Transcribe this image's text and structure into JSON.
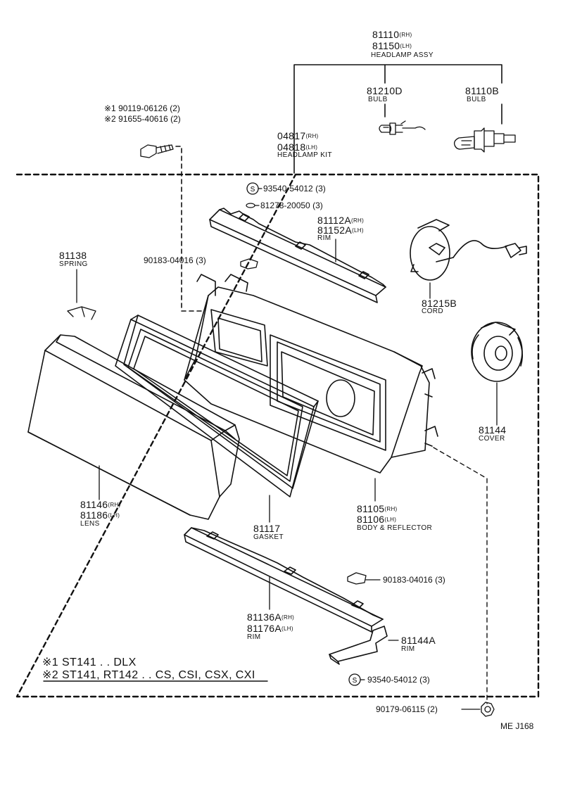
{
  "headlamp_assy": {
    "pn_rh": "81110",
    "pn_lh": "81150",
    "side_rh": "(RH)",
    "side_lh": "(LH)",
    "name": "HEADLAMP ASSY"
  },
  "bulb_small": {
    "pn": "81210D",
    "name": "BULB"
  },
  "bulb_large": {
    "pn": "81110B",
    "name": "BULB"
  },
  "screw_notes": {
    "l1": "※1 90119-06126 (2)",
    "l2": "※2 91655-40616 (2)"
  },
  "headlamp_kit": {
    "pn_rh": "04817",
    "pn_lh": "04818",
    "side_rh": "(RH)",
    "side_lh": "(LH)",
    "name": "HEADLAMP KIT"
  },
  "screw_top": {
    "symbol": "S",
    "text": "93540-54012 (3)"
  },
  "washer": {
    "text": "81278-20050 (3)"
  },
  "rim_upper": {
    "pn_rh": "81112A",
    "pn_lh": "81152A",
    "side_rh": "(RH)",
    "side_lh": "(LH)",
    "name": "RIM"
  },
  "spring": {
    "pn": "81138",
    "name": "SPRING"
  },
  "clip_upper": {
    "text": "90183-04016 (3)"
  },
  "cord": {
    "pn": "81215B",
    "name": "CORD"
  },
  "cover": {
    "pn": "81144",
    "name": "COVER"
  },
  "lens": {
    "pn_rh": "81146",
    "pn_lh": "81186",
    "side_rh": "(RH)",
    "side_lh": "(LH)",
    "name": "LENS"
  },
  "gasket": {
    "pn": "81117",
    "name": "GASKET"
  },
  "body_reflector": {
    "pn_rh": "81105",
    "pn_lh": "81106",
    "side_rh": "(RH)",
    "side_lh": "(LH)",
    "name": "BODY & REFLECTOR"
  },
  "clip_lower": {
    "text": "90183-04016 (3)"
  },
  "rim_lower": {
    "pn_rh": "81136A",
    "pn_lh": "81176A",
    "side_rh": "(RH)",
    "side_lh": "(LH)",
    "name": "RIM"
  },
  "rim_small": {
    "pn": "81144A",
    "name": "RIM"
  },
  "screw_bottom": {
    "symbol": "S",
    "text": "93540-54012 (3)"
  },
  "nut": {
    "text": "90179-06115 (2)"
  },
  "legend": {
    "l1": "※1 ST141 . . DLX",
    "l2": "※2 ST141, RT142 . . CS, CSI, CSX, CXI"
  },
  "figure_code": "ME J168"
}
